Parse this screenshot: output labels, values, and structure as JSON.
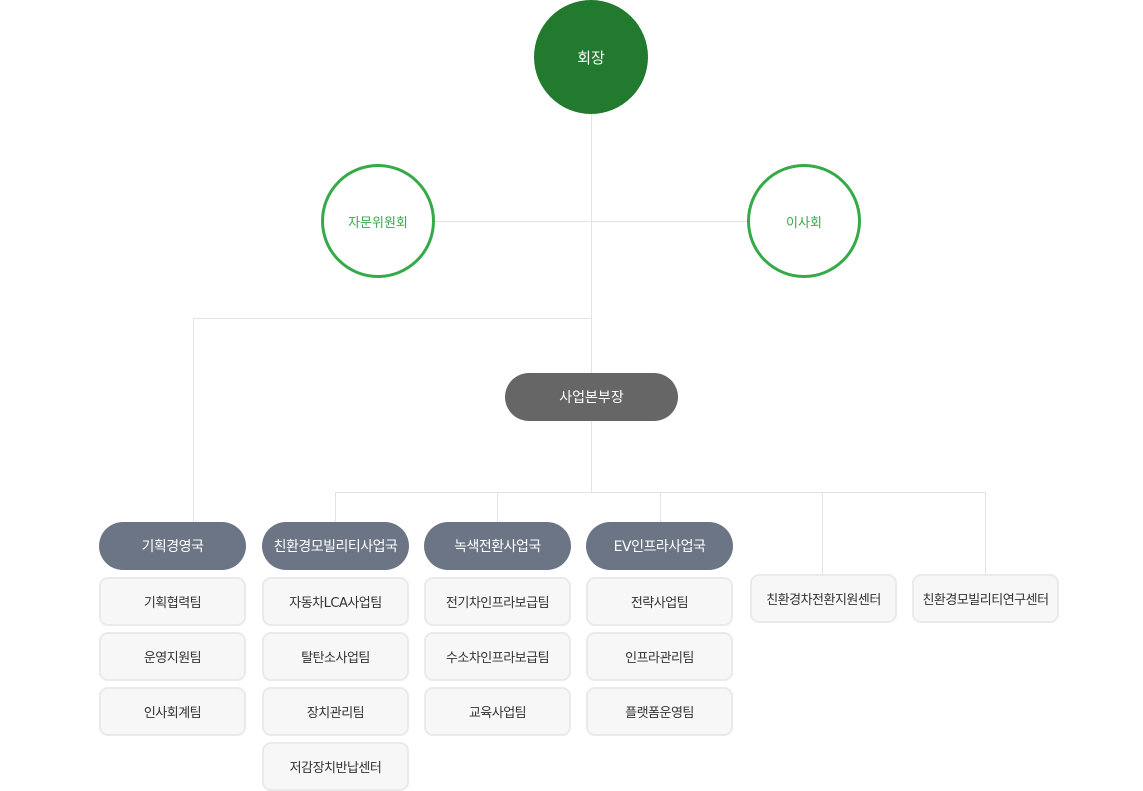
{
  "chairman": "회장",
  "advisory": "자문위원회",
  "board": "이사회",
  "hq": "사업본부장",
  "departments": [
    {
      "name": "기획경영국",
      "teams": [
        "기획협력팀",
        "운영지원팀",
        "인사회계팀"
      ]
    },
    {
      "name": "친환경모빌리티사업국",
      "teams": [
        "자동차LCA사업팀",
        "탈탄소사업팀",
        "장치관리팀",
        "저감장치반납센터"
      ]
    },
    {
      "name": "녹색전환사업국",
      "teams": [
        "전기차인프라보급팀",
        "수소차인프라보급팀",
        "교육사업팀"
      ]
    },
    {
      "name": "EV인프라사업국",
      "teams": [
        "전략사업팀",
        "인프라관리팀",
        "플랫폼운영팀"
      ]
    }
  ],
  "centers": [
    "친환경차전환지원센터",
    "친환경모빌리티연구센터"
  ],
  "colors": {
    "chairman": "#217a2e",
    "committee": "#36aa48",
    "hq": "#666666",
    "dept": "#6b7585"
  }
}
